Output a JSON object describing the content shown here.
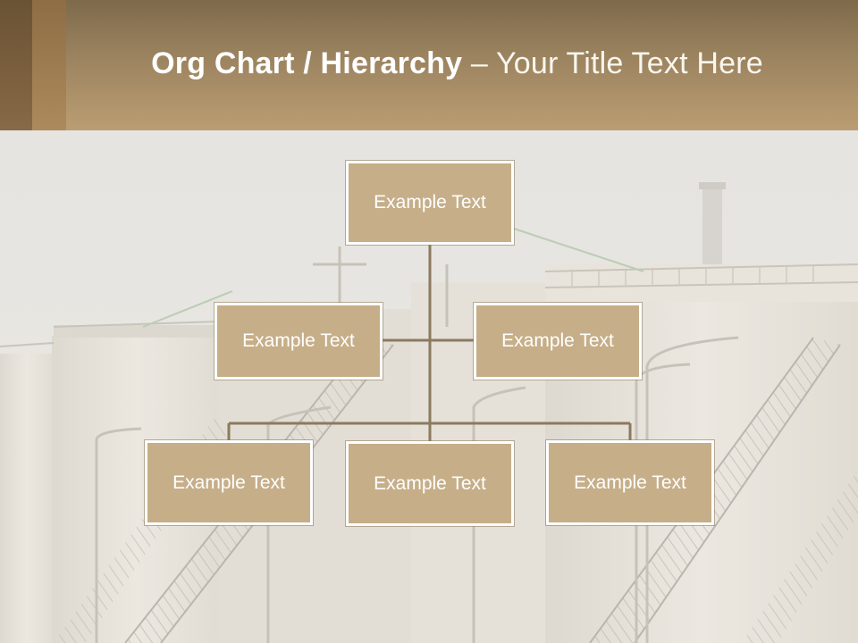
{
  "slide": {
    "title_bold": "Org Chart / Hierarchy",
    "title_dash": " – ",
    "title_rest": "Your Title Text Here",
    "background_image": "industrial-storage-tanks-photo"
  },
  "org_chart": {
    "root": {
      "label": "Example Text"
    },
    "assistants": [
      {
        "label": "Example Text"
      },
      {
        "label": "Example Text"
      }
    ],
    "children": [
      {
        "label": "Example Text"
      },
      {
        "label": "Example Text"
      },
      {
        "label": "Example Text"
      }
    ]
  },
  "colors": {
    "header_band": "#9c8460",
    "box_fill": "#c6ae88",
    "box_border": "#ffffff",
    "connector": "#8c7a5e",
    "text": "#ffffff"
  }
}
